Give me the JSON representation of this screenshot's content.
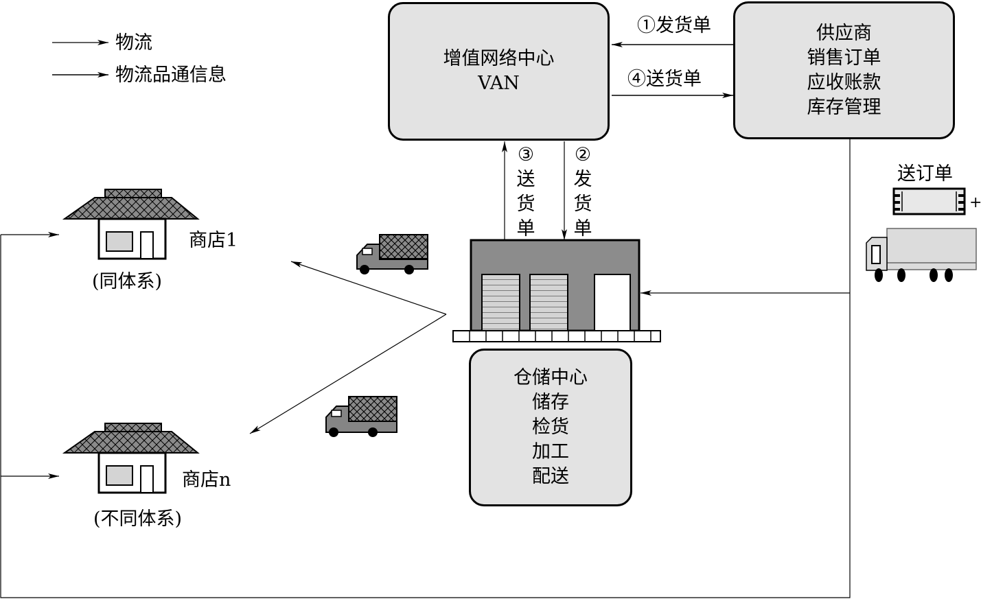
{
  "legend": {
    "items": [
      {
        "label": "物流"
      },
      {
        "label": "物流品通信息"
      }
    ]
  },
  "van": {
    "title": "增值网络中心",
    "subtitle": "VAN"
  },
  "supplier": {
    "lines": [
      "供应商",
      "销售订单",
      "应收账款",
      "库存管理"
    ]
  },
  "warehouse_info": {
    "lines": [
      "仓储中心",
      "储存",
      "检货",
      "加工",
      "配送"
    ]
  },
  "flows": {
    "f1": "①发货单",
    "f4": "④送货单",
    "f3": {
      "num": "③",
      "chars": [
        "送",
        "货",
        "单"
      ]
    },
    "f2": {
      "num": "②",
      "chars": [
        "发",
        "货",
        "单"
      ]
    }
  },
  "truck_group": {
    "label": "送订单",
    "plus": "+"
  },
  "stores": [
    {
      "name": "商店1",
      "note": "(同体系)"
    },
    {
      "name": "商店n",
      "note": "(不同体系)"
    }
  ],
  "colors": {
    "box_fill": "#e3e3e3",
    "building_fill": "#8c8c8c",
    "door_fill": "#d4d4d4",
    "truck_fill": "#858585"
  }
}
